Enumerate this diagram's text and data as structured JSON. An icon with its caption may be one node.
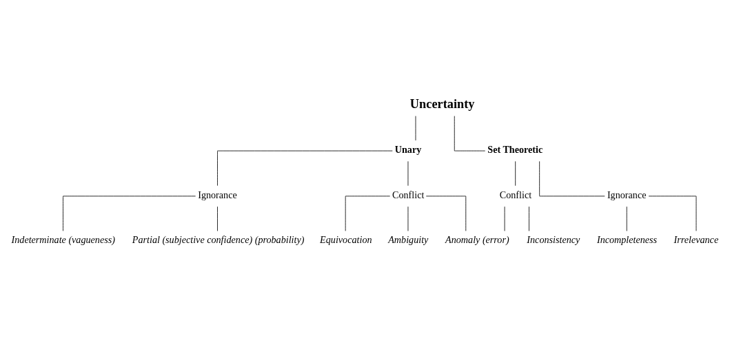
{
  "diagram": {
    "nodes": [
      {
        "text": [
          "Uncertainty"
        ]
      },
      {
        "text": [
          "Unary"
        ]
      },
      {
        "text": [
          "Set Theoretic"
        ]
      },
      {
        "text": [
          "Ignorance"
        ]
      },
      {
        "text": [
          "Conflict"
        ]
      },
      {
        "text": [
          "Conflict"
        ]
      },
      {
        "text": [
          "Ignorance"
        ]
      },
      {
        "text": [
          "Indeterminate (vagueness)"
        ]
      },
      {
        "text": [
          "Partial (subjective confidence) (probability)"
        ]
      },
      {
        "text": [
          "Equivocation"
        ]
      },
      {
        "text": [
          "Ambiguity"
        ]
      },
      {
        "text": [
          "Anomaly (error)"
        ]
      },
      {
        "text": [
          "Inconsistency"
        ]
      },
      {
        "text": [
          "Incompleteness"
        ]
      },
      {
        "text": [
          "Irrelevance"
        ]
      }
    ],
    "edges": [
      {
        "from": 0,
        "to": 1,
        "arrow": "none"
      },
      {
        "from": 0,
        "to": 2,
        "arrow": "none"
      },
      {
        "from": 1,
        "to": 3,
        "arrow": "none"
      },
      {
        "from": 1,
        "to": 4,
        "arrow": "none"
      },
      {
        "from": 2,
        "to": 5,
        "arrow": "none"
      },
      {
        "from": 2,
        "to": 6,
        "arrow": "none"
      },
      {
        "from": 3,
        "to": 7,
        "arrow": "none"
      },
      {
        "from": 3,
        "to": 8,
        "arrow": "none"
      },
      {
        "from": 4,
        "to": 9,
        "arrow": "none"
      },
      {
        "from": 4,
        "to": 10,
        "arrow": "none"
      },
      {
        "from": 4,
        "to": 11,
        "arrow": "none"
      },
      {
        "from": 5,
        "to": 11,
        "arrow": "none"
      },
      {
        "from": 5,
        "to": 12,
        "arrow": "none"
      },
      {
        "from": 6,
        "to": 13,
        "arrow": "none"
      },
      {
        "from": 6,
        "to": 14,
        "arrow": "none"
      }
    ]
  }
}
